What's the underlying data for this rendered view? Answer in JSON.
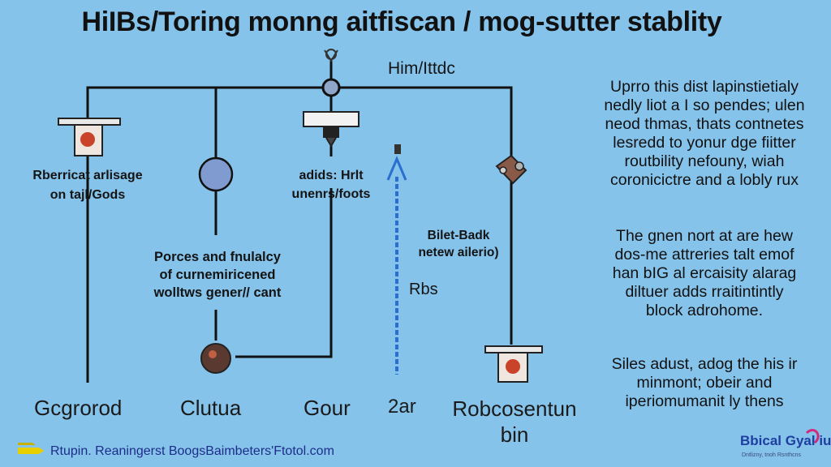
{
  "title": "HiIBs/Toring monng aitfiscan / mog-sutter stablity",
  "top_label": "Him/Ittdc",
  "node_labels": {
    "left_upper": [
      "Rberricat arlisage",
      "on tajl/Gods"
    ],
    "center_upper": [
      "adids: Hrlt",
      "unenrs/foots"
    ],
    "center_mid": [
      "Porces and fnulalcy",
      "of curnemiricened",
      "wolltws gener// cant"
    ],
    "arrow_side": [
      "Bilet-Badk",
      "netew ailerio)"
    ],
    "arrow_small": "Rbs"
  },
  "bottom_labels": {
    "col1": "Gcgrorod",
    "col2": "Clutua",
    "col3": "Gour",
    "col4": "2ar",
    "col5_line1": "Robcosentun",
    "col5_line2": "bin"
  },
  "side_text": {
    "para1": [
      "Uprro this dist lapinstietialy",
      "nedly liot a I so pendes; ulen",
      "neod thmas, thats contnetes",
      "lesredd to yonur dge fiitter",
      "routbility nefouny, wiah",
      "coronicictre and a lobly rux"
    ],
    "para2": [
      "The gnen nort at are hew",
      "dos-me attreries talt emof",
      "han bIG al ercaisity alarag",
      "diltuer adds rraitintintly",
      "block adrohome."
    ],
    "para3": [
      "Siles adust, adog the his ir",
      "minmont; obeir and",
      "iperiomumanit ly thens"
    ]
  },
  "footer": "Rtupin. Reaningerst BoogsBaimbeters'Ftotol.com",
  "brand": {
    "name": "Bbical Gyal iuo",
    "tagline": "Dntlizny, tnoh Rsnthcns"
  },
  "colors": {
    "background": "#86c3ea",
    "line": "#111111",
    "arrow": "#2a6fd0",
    "node_fill": "#c9432a",
    "circle_fill": "#7f9bd0",
    "footer_text": "#1d2d8a",
    "brand_text": "#1e3fa0"
  },
  "icons": [
    "pendant-node-icon",
    "circle-node-icon",
    "clamp-node-icon",
    "gear-cluster-icon",
    "arrow-up-icon",
    "sphere-node-icon",
    "chevron-arrows-icon"
  ]
}
